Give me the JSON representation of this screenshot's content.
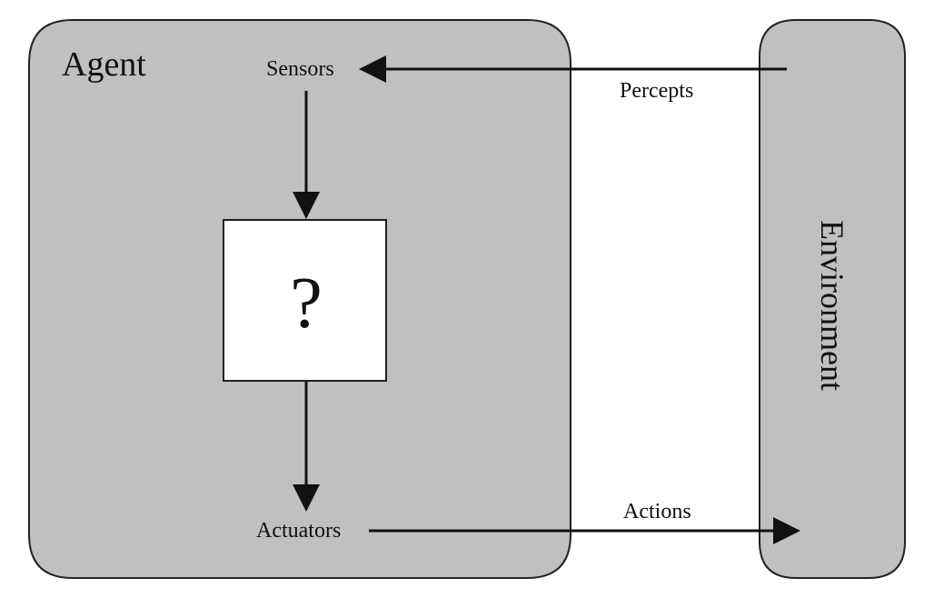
{
  "diagram": {
    "agent_label": "Agent",
    "environment_label": "Environment",
    "sensors_label": "Sensors",
    "actuators_label": "Actuators",
    "percepts_label": "Percepts",
    "actions_label": "Actions",
    "unknown_label": "?"
  },
  "colors": {
    "box_fill": "#c0c0c0",
    "box_stroke": "#222222",
    "inner_box_fill": "#ffffff",
    "arrow": "#111111"
  }
}
